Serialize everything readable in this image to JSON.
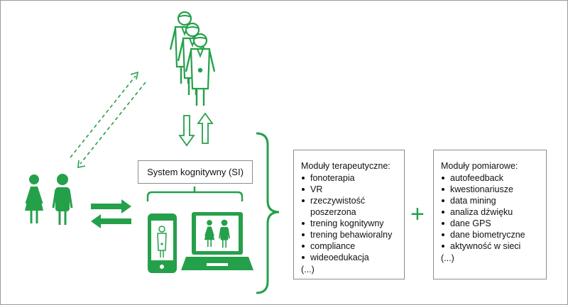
{
  "colors": {
    "accent": "#25a04a",
    "border": "#8c8c8c",
    "text": "#111111"
  },
  "icons": {
    "clinicians": "clinician-group-icon",
    "patients": "patient-couple-icon",
    "phone": "smartphone-icon",
    "laptop": "laptop-icon",
    "plus": "plus-icon"
  },
  "system_box": {
    "label": "System kognitywny (SI)"
  },
  "therapy_modules": {
    "heading": "Moduły terapeutyczne:",
    "items": [
      "fonoterapia",
      "VR",
      "rzeczywistość poszerzona",
      "trening kognitywny",
      "trening behawioralny",
      "compliance",
      "wideoedukacja"
    ],
    "ellipsis": "(...)"
  },
  "plus": {
    "symbol": "+"
  },
  "measurement_modules": {
    "heading": "Moduły pomiarowe:",
    "items": [
      "autofeedback",
      "kwestionariusze",
      "data mining",
      "analiza dźwięku",
      "dane GPS",
      "dane biometryczne",
      "aktywność w sieci"
    ],
    "ellipsis": "(...)"
  }
}
